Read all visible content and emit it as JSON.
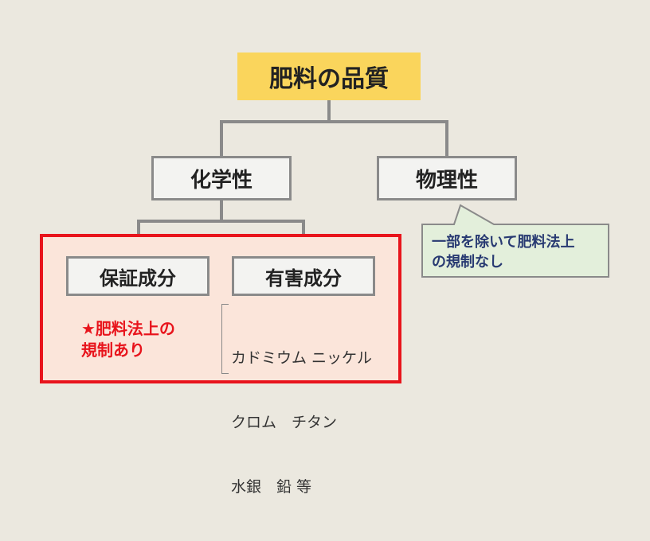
{
  "root": {
    "label": "肥料の品質"
  },
  "level1": {
    "chemical": {
      "label": "化学性"
    },
    "physical": {
      "label": "物理性"
    }
  },
  "level2": {
    "guaranteed": {
      "label": "保証成分"
    },
    "harmful": {
      "label": "有害成分"
    }
  },
  "note_regulated": {
    "line1": "★肥料法上の",
    "line2": "規制あり"
  },
  "harmful_examples": {
    "line1": "カドミウム ニッケル",
    "line2": "クロム　チタン",
    "line3": "水銀　鉛 等"
  },
  "callout": {
    "line1": "一部を除いて肥料法上",
    "line2": "の規制なし"
  },
  "colors": {
    "root_fill": "#fad55c",
    "frame_red": "#e8141c",
    "frame_fill": "#fbe5da",
    "callout_fill": "#e3efdb",
    "callout_text": "#283a72",
    "connector": "#8a8a8a"
  }
}
